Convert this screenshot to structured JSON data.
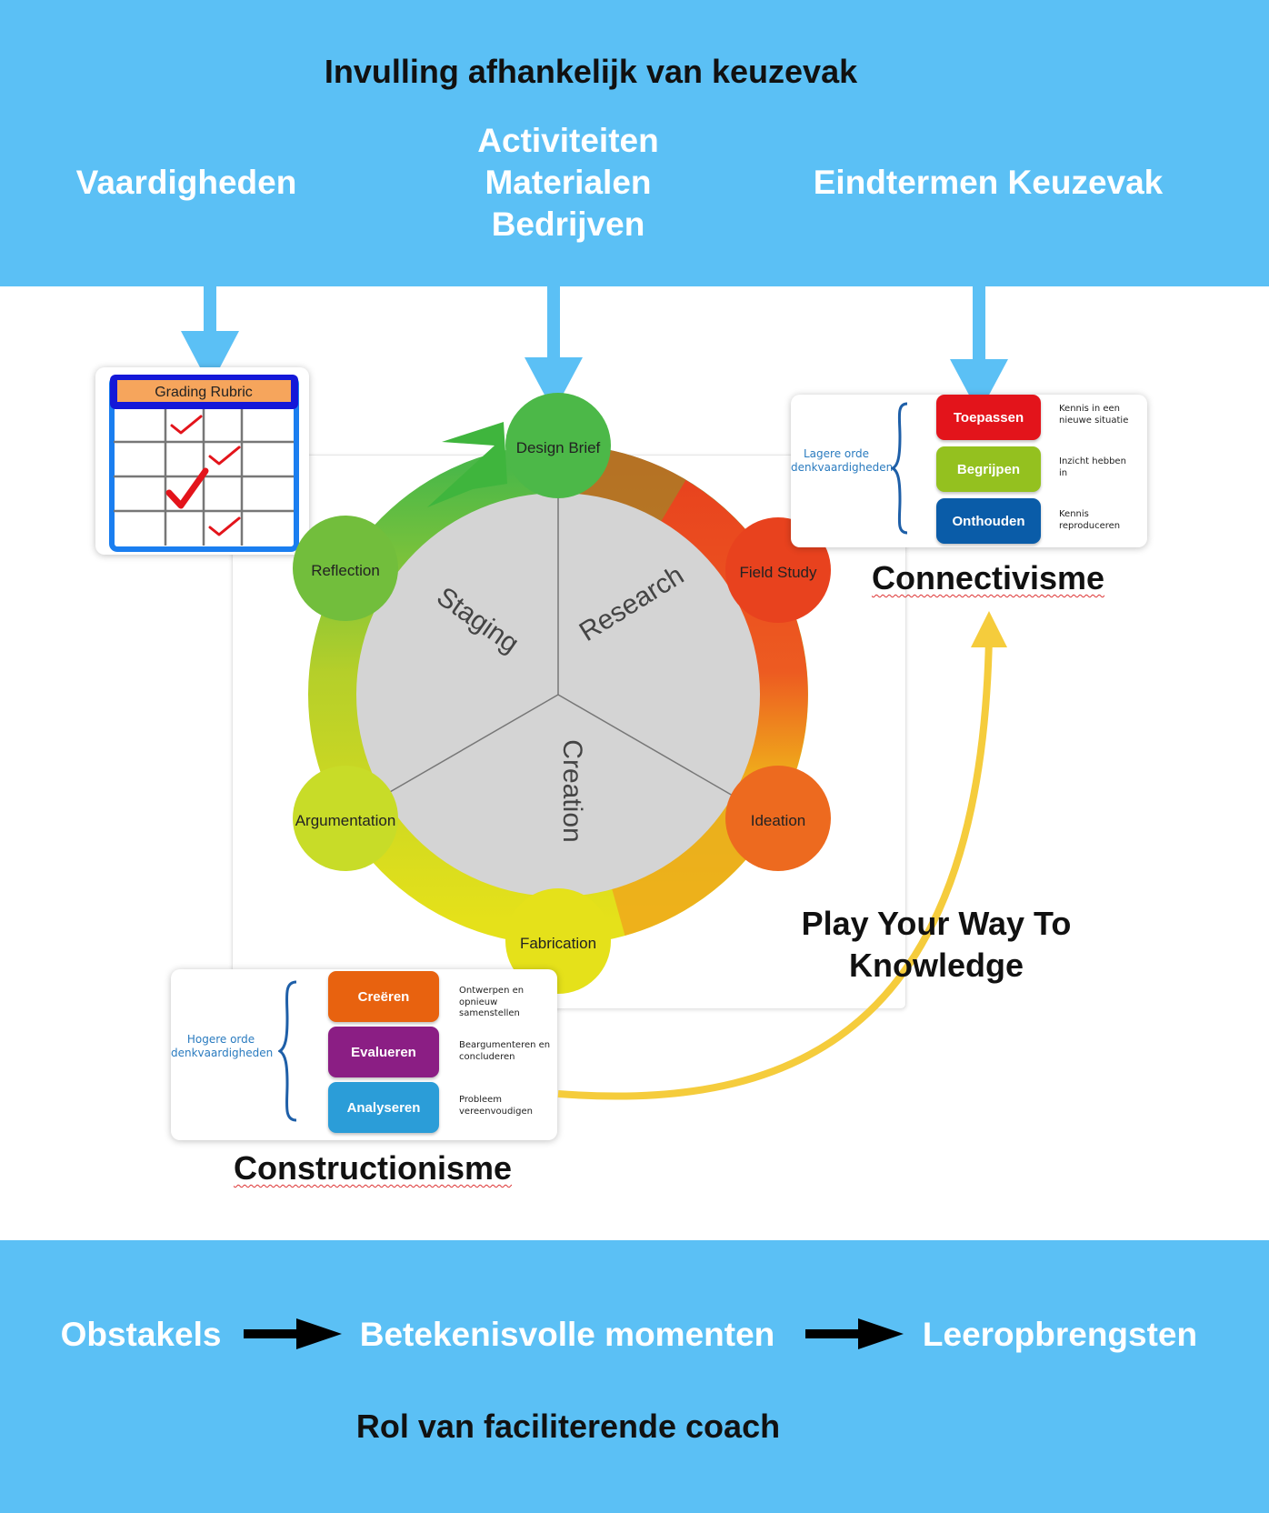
{
  "top": {
    "title": "Invulling afhankelijk van keuzevak",
    "left": "Vaardigheden",
    "middle": [
      "Activiteiten",
      "Materialen",
      "Bedrijven"
    ],
    "right": "Eindtermen Keuzevak"
  },
  "rubric": {
    "title": "Grading Rubric"
  },
  "cycle": {
    "nodes": [
      "Design Brief",
      "Field Study",
      "Ideation",
      "Fabrication",
      "Argumentation",
      "Reflection"
    ],
    "sectors": [
      "Staging",
      "Research",
      "Creation"
    ]
  },
  "lower_order": {
    "side_label": "Lagere orde\ndenkvaardigheden",
    "items": [
      {
        "label": "Toepassen",
        "desc": "Kennis in een\nnieuwe situatie",
        "color": "#e3141b"
      },
      {
        "label": "Begrijpen",
        "desc": "Inzicht hebben\nin",
        "color": "#94c11f"
      },
      {
        "label": "Onthouden",
        "desc": "Kennis\nreproduceren",
        "color": "#0a5ca8"
      }
    ],
    "caption": "Connectivisme"
  },
  "higher_order": {
    "side_label": "Hogere orde\ndenkvaardigheden",
    "items": [
      {
        "label": "Creëren",
        "desc": "Ontwerpen en\nopnieuw samenstellen",
        "color": "#e8620f"
      },
      {
        "label": "Evalueren",
        "desc": "Beargumenteren en\nconcluderen",
        "color": "#8b1e84"
      },
      {
        "label": "Analyseren",
        "desc": "Probleem\nvereenvoudigen",
        "color": "#2b9dd8"
      }
    ],
    "caption": "Constructionisme"
  },
  "play": [
    "Play Your Way To",
    "Knowledge"
  ],
  "bottom": {
    "steps": [
      "Obstakels",
      "Betekenisvolle momenten",
      "Leeropbrengsten"
    ],
    "role": "Rol van faciliterende coach"
  },
  "colors": {
    "band": "#5bc0f5",
    "arrow": "#5bc0f5",
    "yellow_arrow": "#f5cc3c"
  }
}
